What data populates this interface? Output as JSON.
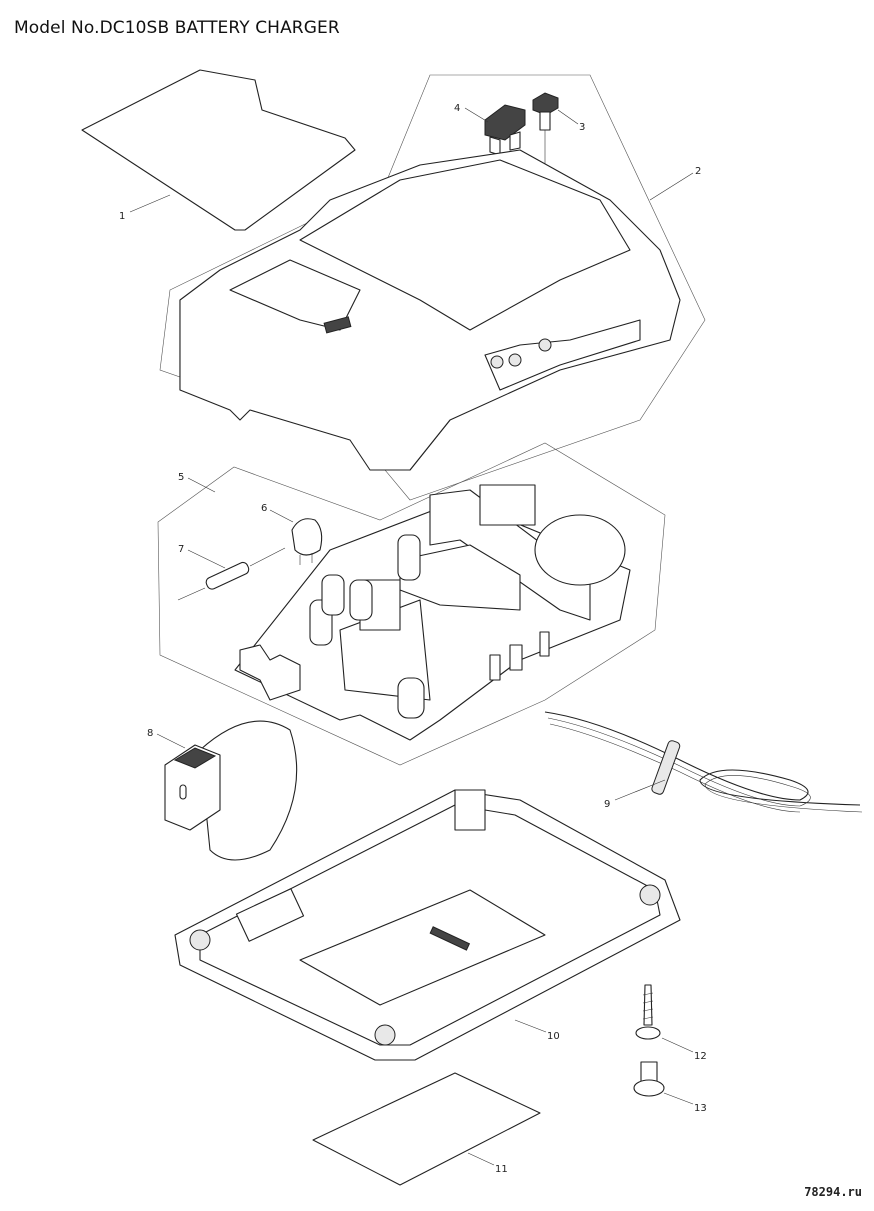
{
  "title": "Model No.DC10SB BATTERY CHARGER",
  "watermark": "78294.ru",
  "callouts": [
    "1",
    "2",
    "3",
    "4",
    "5",
    "6",
    "7",
    "8",
    "9",
    "10",
    "11",
    "12",
    "13"
  ]
}
